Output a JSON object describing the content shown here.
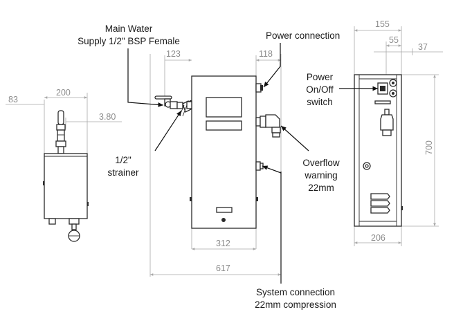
{
  "labels": {
    "main_water_line1": "Main Water",
    "main_water_line2": "Supply 1/2\" BSP Female",
    "power_connection": "Power connection",
    "power_switch_line1": "Power",
    "power_switch_line2": "On/Off",
    "power_switch_line3": "switch",
    "strainer_line1": "1/2\"",
    "strainer_line2": "strainer",
    "overflow_line1": "Overflow",
    "overflow_line2": "warning",
    "overflow_line3": "22mm",
    "system_line1": "System connection",
    "system_line2": "22mm compression"
  },
  "dimensions": {
    "d83": "83",
    "d200": "200",
    "d380": "3.80",
    "d123": "123",
    "d118": "118",
    "d312": "312",
    "d617": "617",
    "d155": "155",
    "d55": "55",
    "d37": "37",
    "d700": "700",
    "d206": "206"
  },
  "colors": {
    "outline": "#2a2a2a",
    "dimension": "#a8a8a8",
    "dimension_text": "#8c8c8c",
    "label_text": "#1a1a1a"
  }
}
